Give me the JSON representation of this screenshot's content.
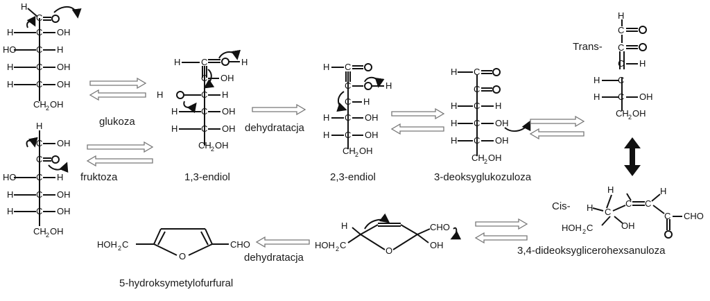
{
  "labels": {
    "glukoza": "glukoza",
    "fruktoza": "fruktoza",
    "endiol13": "1,3-endiol",
    "endiol23": "2,3-endiol",
    "deoksyglukozuloza": "3-deoksyglukozuloza",
    "dehydratacja1": "dehydratacja",
    "dehydratacja2": "dehydratacja",
    "trans": "Trans-",
    "cis": "Cis-",
    "dideoksy": "3,4-dideoksyglicerohexsanuloza",
    "hmf": "5-hydroksymetylofurfural"
  },
  "atoms": {
    "H": "H",
    "C": "C",
    "O": "O",
    "OH": "OH",
    "HO": "HO",
    "CH2OH": "CH₂OH",
    "HOH2C": "HOH₂C",
    "CHO": "CHO",
    "HOH2C_b": "HOH₂C"
  },
  "colors": {
    "ink": "#111111",
    "arrow": "#555555"
  }
}
